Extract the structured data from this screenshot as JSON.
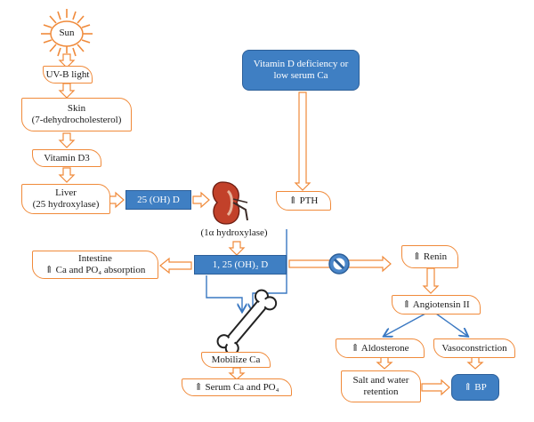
{
  "sun": "Sun",
  "uvb": "UV-B light",
  "skin_line1": "Skin",
  "skin_line2": "(7-dehydrocholesterol)",
  "vitd3": "Vitamin D3",
  "liver_line1": "Liver",
  "liver_line2": "(25 hydroxylase)",
  "ohd": "25 (OH) D",
  "kidney_label": "(1α hydroxylase)",
  "calcitriol": "1, 25 (OH)₂ D",
  "intestine_line1": "Intestine",
  "intestine_line2": "⇑ Ca and PO₄ absorption",
  "vitd_deficiency_line1": "Vitamin D deficiency or",
  "vitd_deficiency_line2": "low serum Ca",
  "pth": "⇑ PTH",
  "mobilize": "Mobilize Ca",
  "serum": "⇑ Serum Ca and PO₄",
  "renin": "⇑ Renin",
  "angiotensin": "⇑ Angiotensin II",
  "aldosterone": "⇑ Aldosterone",
  "vasoconstriction": "Vasoconstriction",
  "salt_line1": "Salt and water",
  "salt_line2": "retention",
  "bp": "⇑ BP",
  "colors": {
    "orange": "#f08a3a",
    "blue": "#3f7fc3",
    "arrow_blue": "#3a78c2"
  }
}
